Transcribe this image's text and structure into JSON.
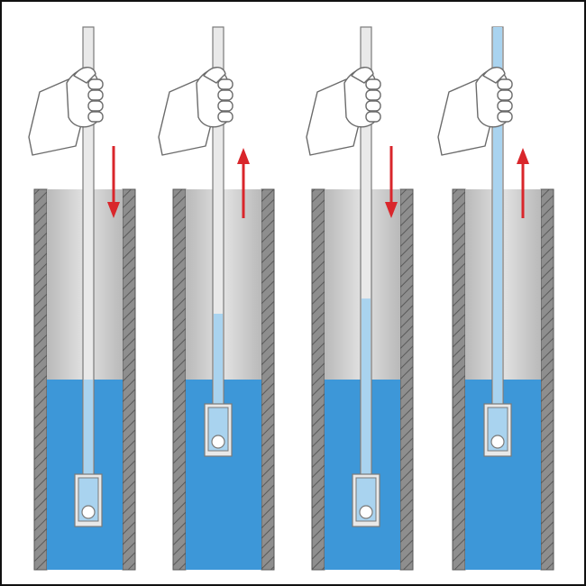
{
  "colors": {
    "frame": "#111111",
    "wall": "#8e8e8e",
    "wall_hatch": "#5a5a5a",
    "shaft_air_light": "#e2e2e2",
    "shaft_air_dark": "#b9b9b9",
    "water": "#3d97d8",
    "water_in_pipe": "#a9d3ef",
    "pipe": "#e9e9e9",
    "pipe_outline": "#7a7a7a",
    "arrow": "#d9262b",
    "hand_outline": "#6b6b6b",
    "hand_fill": "#ffffff"
  },
  "steps": [
    {
      "name": "stage-1",
      "arrow_direction": "down",
      "pipe_fill_level": 0.0,
      "water_level": 0.5,
      "pipe_depth": "deep"
    },
    {
      "name": "stage-2",
      "arrow_direction": "up",
      "pipe_fill_level": 0.25,
      "water_level": 0.5,
      "pipe_depth": "shallow"
    },
    {
      "name": "stage-3",
      "arrow_direction": "down",
      "pipe_fill_level": 0.4,
      "water_level": 0.5,
      "pipe_depth": "deep"
    },
    {
      "name": "stage-4",
      "arrow_direction": "up",
      "pipe_fill_level": 1.0,
      "water_level": 0.5,
      "pipe_depth": "shallow"
    }
  ],
  "icons": [
    "hand-icon",
    "arrow-down-icon",
    "arrow-up-icon",
    "check-valve-icon"
  ]
}
